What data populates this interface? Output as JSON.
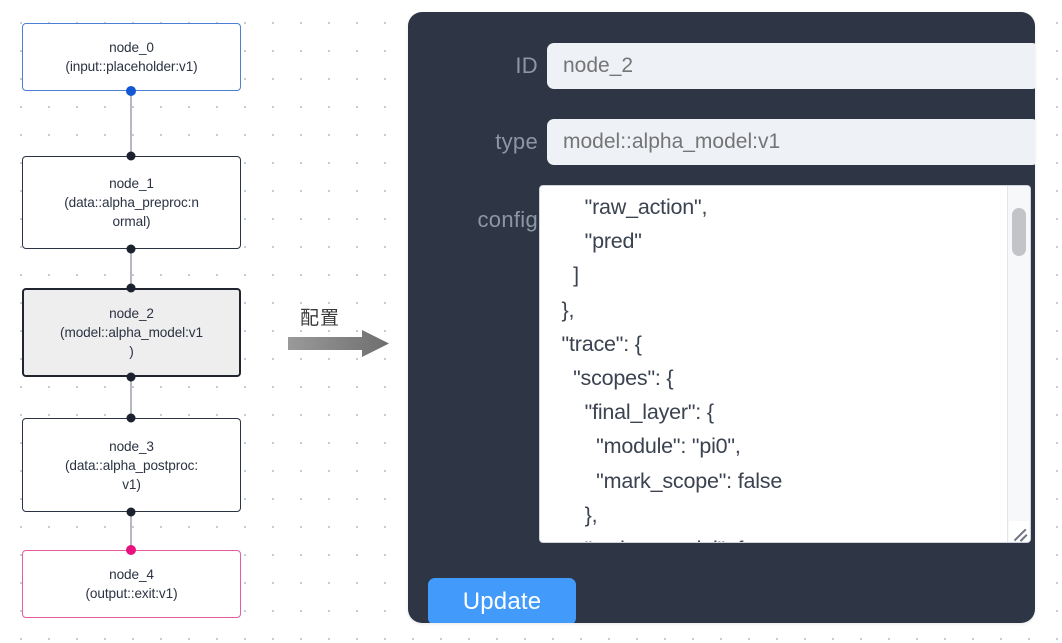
{
  "graph": {
    "nodes": [
      {
        "id": "node_0",
        "label": "node_0\n(input::placeholder:v1)",
        "accent": "blue",
        "selected": false
      },
      {
        "id": "node_1",
        "label": "node_1\n(data::alpha_preproc:n\normal)",
        "accent": "dark",
        "selected": false
      },
      {
        "id": "node_2",
        "label": "node_2\n(model::alpha_model:v1\n)",
        "accent": "dark",
        "selected": true
      },
      {
        "id": "node_3",
        "label": "node_3\n(data::alpha_postproc:\nv1)",
        "accent": "dark",
        "selected": false
      },
      {
        "id": "node_4",
        "label": "node_4\n(output::exit:v1)",
        "accent": "pink",
        "selected": false
      }
    ],
    "colors": {
      "accent_blue": "#4c7fd2",
      "accent_pink": "#e65ba1",
      "node_border": "#2b3242",
      "selected_fill": "#eeeeee",
      "edge": "#b6bac0",
      "port_blue": "#1457d4",
      "port_pink": "#e8127e"
    }
  },
  "flow": {
    "caption": "配置",
    "arrow_color": "#808080"
  },
  "panel": {
    "background": "#2e3646",
    "fields": [
      {
        "name": "id",
        "label": "ID",
        "value": "node_2",
        "placeholder": "node_2"
      },
      {
        "name": "type",
        "label": "type",
        "value": "model::alpha_model:v1",
        "placeholder": "model::alpha_model:v1"
      }
    ],
    "config": {
      "label": "config",
      "value": "      \"raw_action\",\n      \"pred\"\n    ]\n  },\n  \"trace\": {\n    \"scopes\": {\n      \"final_layer\": {\n        \"module\": \"pi0\",\n        \"mark_scope\": false\n      },\n      \"action_model\": {"
    },
    "update_button": {
      "label": "Update",
      "color": "#429bfb"
    },
    "scrollbar": {
      "thumb_color": "#c2c4c8"
    }
  }
}
